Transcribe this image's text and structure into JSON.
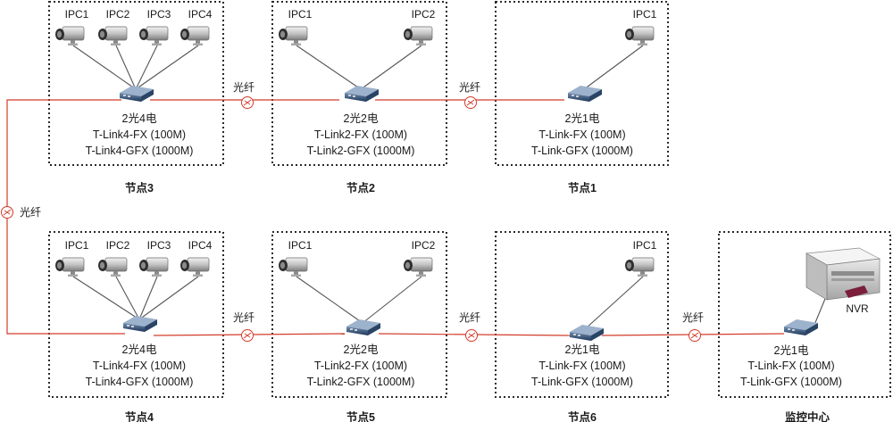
{
  "fiber_label": "光纤",
  "nvr_label": "NVR",
  "nodes": [
    {
      "id": "node3",
      "label": "节点3",
      "cams": [
        "IPC1",
        "IPC2",
        "IPC3",
        "IPC4"
      ],
      "conv": "2光4电",
      "fx": "T-Link4-FX (100M)",
      "gfx": "T-Link4-GFX (1000M)"
    },
    {
      "id": "node2",
      "label": "节点2",
      "cams": [
        "IPC1",
        "IPC2"
      ],
      "conv": "2光2电",
      "fx": "T-Link2-FX (100M)",
      "gfx": "T-Link2-GFX (1000M)"
    },
    {
      "id": "node1",
      "label": "节点1",
      "cams": [
        "IPC1"
      ],
      "conv": "2光1电",
      "fx": "T-Link-FX (100M)",
      "gfx": "T-Link-GFX (1000M)"
    },
    {
      "id": "node4",
      "label": "节点4",
      "cams": [
        "IPC1",
        "IPC2",
        "IPC3",
        "IPC4"
      ],
      "conv": "2光4电",
      "fx": "T-Link4-FX (100M)",
      "gfx": "T-Link4-GFX (1000M)"
    },
    {
      "id": "node5",
      "label": "节点5",
      "cams": [
        "IPC1",
        "IPC2"
      ],
      "conv": "2光2电",
      "fx": "T-Link2-FX (100M)",
      "gfx": "T-Link2-GFX (1000M)"
    },
    {
      "id": "node6",
      "label": "节点6",
      "cams": [
        "IPC1"
      ],
      "conv": "2光1电",
      "fx": "T-Link-FX (100M)",
      "gfx": "T-Link-GFX (1000M)"
    },
    {
      "id": "center",
      "label": "监控中心",
      "cams": [],
      "conv": "2光1电",
      "fx": "T-Link-FX (100M)",
      "gfx": "T-Link-GFX (1000M)"
    }
  ],
  "links": [
    {
      "from": "node3",
      "to": "node2"
    },
    {
      "from": "node2",
      "to": "node1"
    },
    {
      "from": "node3",
      "to": "node4"
    },
    {
      "from": "node4",
      "to": "node5"
    },
    {
      "from": "node5",
      "to": "node6"
    },
    {
      "from": "node6",
      "to": "center"
    }
  ]
}
